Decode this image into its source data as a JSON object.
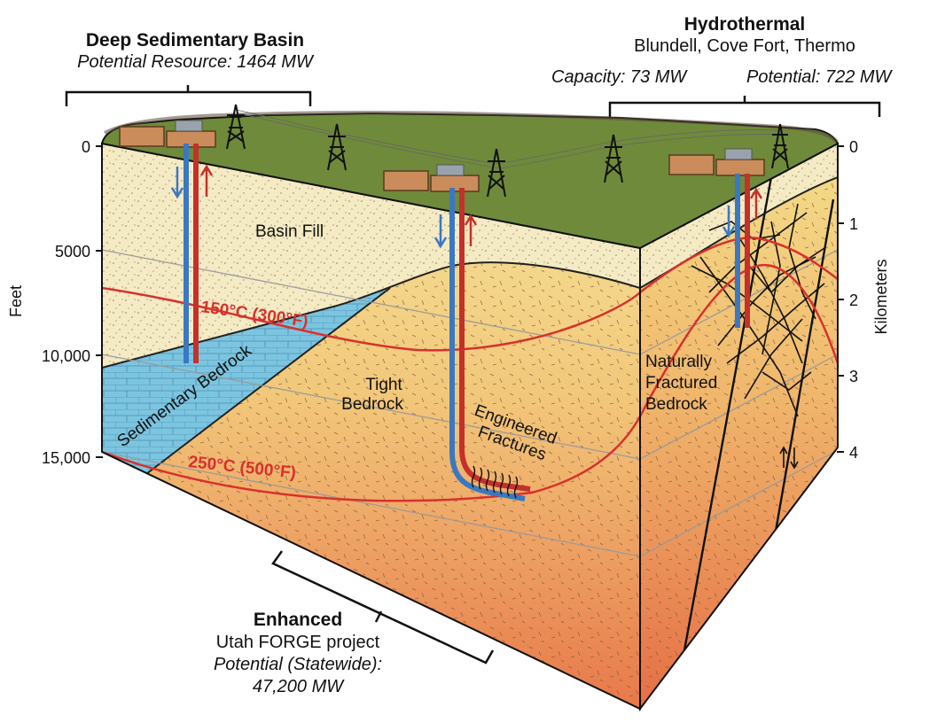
{
  "deep_basin": {
    "title": "Deep Sedimentary Basin",
    "resource": "Potential Resource: 1464 MW"
  },
  "hydrothermal": {
    "title": "Hydrothermal",
    "sites": "Blundell, Cove Fort, Thermo",
    "capacity": "Capacity: 73 MW",
    "potential": "Potential: 722 MW"
  },
  "enhanced": {
    "title": "Enhanced",
    "project": "Utah FORGE project",
    "potential_label": "Potential (Statewide):",
    "potential_value": "47,200 MW"
  },
  "axes": {
    "left_label": "Feet",
    "left_ticks": [
      "0",
      "5000",
      "10,000",
      "15,000"
    ],
    "right_label": "Kilometers",
    "right_ticks": [
      "0",
      "1",
      "2",
      "3",
      "4"
    ]
  },
  "layers": {
    "basin_fill": "Basin Fill",
    "sedimentary_bedrock": "Sedimentary Bedrock",
    "tight_bedrock_1": "Tight",
    "tight_bedrock_2": "Bedrock",
    "engineered_1": "Engineered",
    "engineered_2": "Fractures",
    "natural_1": "Naturally",
    "natural_2": "Fractured",
    "natural_3": "Bedrock"
  },
  "isotherms": {
    "t150": "150°C (300°F)",
    "t250": "250°C (500°F)"
  },
  "colors": {
    "surface": "#6f8a3a",
    "basin_fill": "#f4eac4",
    "sedimentary": "#7cc5e0",
    "bedrock_top": "#f2d77c",
    "bedrock_deep": "#e97f4a",
    "isotherm": "#d8312c",
    "injection": "#3a78c2",
    "production": "#c4302b"
  }
}
